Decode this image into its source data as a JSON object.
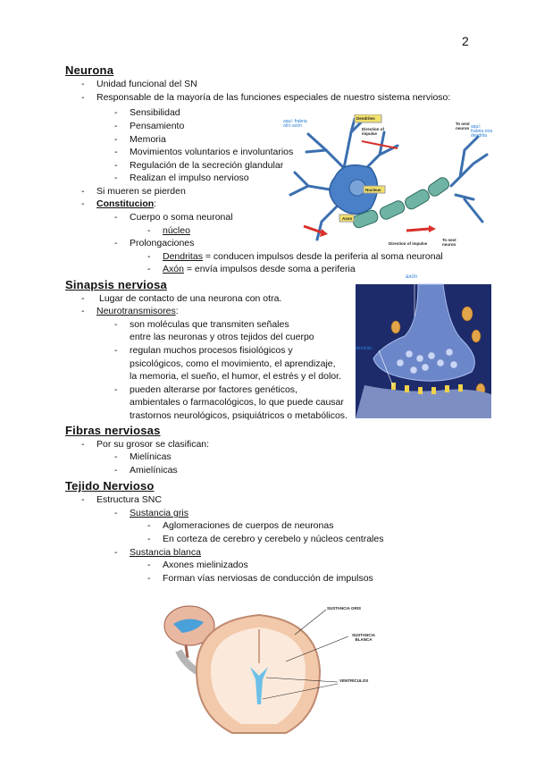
{
  "page_number": "2",
  "s1": {
    "title": "Neurona",
    "items": [
      "Unidad funcional del SN",
      "Responsable de la mayoría de las funciones especiales de nuestro sistema nervioso:",
      "Sensibilidad",
      "Pensamiento",
      "Memoria",
      "Movimientos voluntarios e involuntarios",
      "Regulación de la secreción glandular",
      "Realizan el impulso nervioso",
      "Si mueren se pierden",
      "Constitucion",
      ":",
      "Cuerpo o soma neuronal",
      "núcleo",
      "Prolongaciones",
      "Dendritas",
      " = conducen impulsos desde la periferia al soma neuronal",
      "Axón",
      " = envía impulsos desde soma a periferia"
    ]
  },
  "s2": {
    "title": "Sinapsis nerviosa",
    "items": [
      "Lugar de contacto de una neurona con otra.",
      "Neurotransmisores",
      ":",
      "son moléculas que transmiten señales",
      "entre las neuronas y otros tejidos del cuerpo",
      "regulan muchos procesos fisiológicos y",
      "psicológicos, como el movimiento, el aprendizaje,",
      "la memoria, el sueño, el humor, el estrés y el dolor.",
      "pueden alterarse por factores genéticos,",
      "ambientales o farmacológicos, lo que puede causar",
      "trastornos neurológicos, psiquiátricos o metabólicos."
    ]
  },
  "s3": {
    "title": "Fibras nerviosas",
    "items": [
      "Por su grosor se clasifican:",
      "Mielínicas",
      "Amielínicas"
    ]
  },
  "s4": {
    "title": "Tejido Nervioso",
    "items": [
      "Estructura SNC",
      "Sustancia gris",
      "Aglomeraciones de cuerpos de neuronas",
      "En corteza de cerebro y cerebelo y núcleos centrales",
      "Sustancia blanca",
      "Axones mielinizados",
      "Forman vías nerviosas de conducción de impulsos"
    ]
  },
  "neuron_fig": {
    "labels": [
      "Dendrites",
      "Direction of impulse",
      "Nucleus",
      "Axon",
      "Direction of impulse",
      "To next neuron",
      "To next neuron",
      "aquí: frabria otro axón",
      "aquí: frabria otra dendrita"
    ]
  },
  "synapse_fig": {
    "labels": [
      "axón",
      "dendrita"
    ]
  },
  "brain_fig": {
    "labels": [
      "SUSTANCIA GRIS",
      "SUSTANCIA BLANCA",
      "VENTRÍCULOS"
    ]
  },
  "colors": {
    "text": "#111111",
    "accent_blue": "#2a7fd4",
    "synapse_bg": "#1d2b6b",
    "brain_pink": "#f0c8a8"
  }
}
